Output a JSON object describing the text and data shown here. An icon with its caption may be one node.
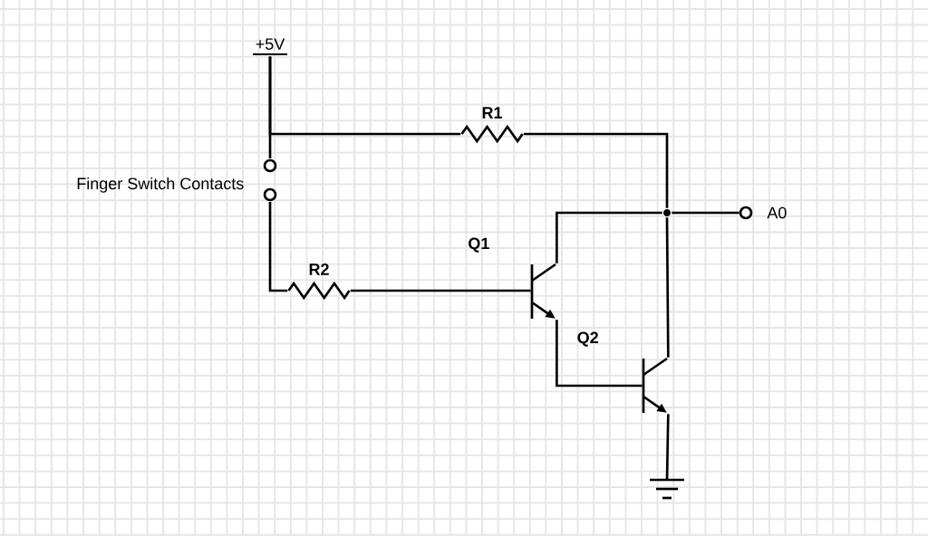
{
  "diagram": {
    "nodes": [
      {
        "text": [
          "+5V"
        ]
      },
      {
        "text": [
          "R1"
        ]
      },
      {
        "text": [
          "Finger Switch Contacts"
        ]
      },
      {
        "text": [
          "R2"
        ]
      },
      {
        "text": [
          "Q1"
        ]
      },
      {
        "text": [
          "Q2"
        ]
      },
      {
        "text": [
          "A0"
        ]
      },
      {
        "text": [],
        "shape": "ground"
      },
      {
        "text": [],
        "shape": "circle"
      }
    ],
    "edges": [
      {
        "from": 0,
        "to": 1,
        "arrow": "none"
      },
      {
        "from": 0,
        "to": 2,
        "arrow": "none"
      },
      {
        "from": 2,
        "to": 3,
        "arrow": "none"
      },
      {
        "from": 3,
        "to": 4,
        "arrow": "none"
      },
      {
        "from": 1,
        "to": 8,
        "arrow": "none"
      },
      {
        "from": 8,
        "to": 6,
        "arrow": "none"
      },
      {
        "from": 8,
        "to": 4,
        "arrow": "none"
      },
      {
        "from": 8,
        "to": 5,
        "arrow": "none"
      },
      {
        "from": 4,
        "to": 5,
        "arrow": "none"
      },
      {
        "from": 5,
        "to": 7,
        "arrow": "none"
      }
    ]
  }
}
